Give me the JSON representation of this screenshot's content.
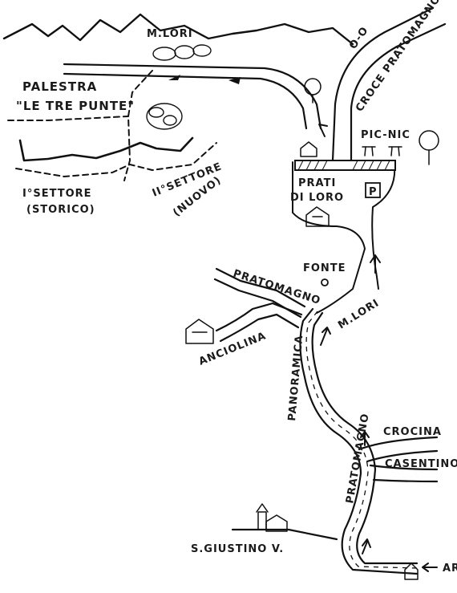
{
  "labels": {
    "m_lori_top": "M.LORI",
    "palestra": "PALESTRA",
    "le_tre_punte": "\"LE TRE PUNTE\"",
    "settore1": "I°SETTORE",
    "settore1_sub": "(STORICO)",
    "settore2": "II°SETTORE",
    "settore2_sub": "(NUOVO)",
    "road_oo": "O-O",
    "croce_pratomagno": "CROCE PRATOMAGNO",
    "picnic": "PIC-NIC",
    "prati_di_loro_1": "PRATI",
    "prati_di_loro_2": "DI LORO",
    "parking": "P",
    "fonte": "FONTE",
    "pratomagno": "PRATOMAGNO",
    "m_lori_road": "M.LORI",
    "anciolina": "ANCIOLINA",
    "panoramica": "PANORAMICA",
    "pratomagno_lower": "PRATOMAGNO",
    "crocina": "CROCINA",
    "casentino": "CASENTINO",
    "s_giustino": "S.GIUSTINO V.",
    "ar": "AR"
  },
  "icons": [
    "tree-icon",
    "picnic-table-icon",
    "parking-icon",
    "house-icon",
    "direction-arrow-icon",
    "fountain-icon",
    "church-icon"
  ]
}
